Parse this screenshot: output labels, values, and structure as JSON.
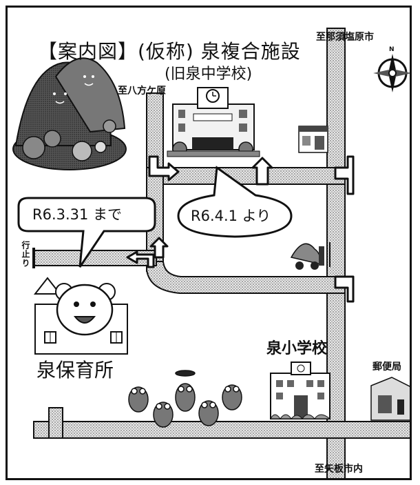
{
  "title": "【案内図】(仮称) 泉複合施設",
  "subtitle": "(旧泉中学校)",
  "directions": {
    "nasushiobara": "至那須塩原市",
    "hachihogahara": "至八方ケ原",
    "yaitashinai": "至矢板市内"
  },
  "north_label": "N",
  "bubbles": {
    "left": "R6.3.31 まで",
    "right": "R6.4.1 より"
  },
  "dead_end": "行止り",
  "places": {
    "nursery": "泉保育所",
    "elementary": "泉小学校",
    "post_office": "郵便局"
  },
  "colors": {
    "road_fill": "#d8d8d8",
    "line": "#111111",
    "background": "#ffffff"
  },
  "icons": [
    "mountain-icon",
    "clock-building-icon",
    "store-icon",
    "compass-icon",
    "road-arrow-icon",
    "school-icon",
    "post-office-icon",
    "frog-icon",
    "bear-mascot-icon"
  ]
}
